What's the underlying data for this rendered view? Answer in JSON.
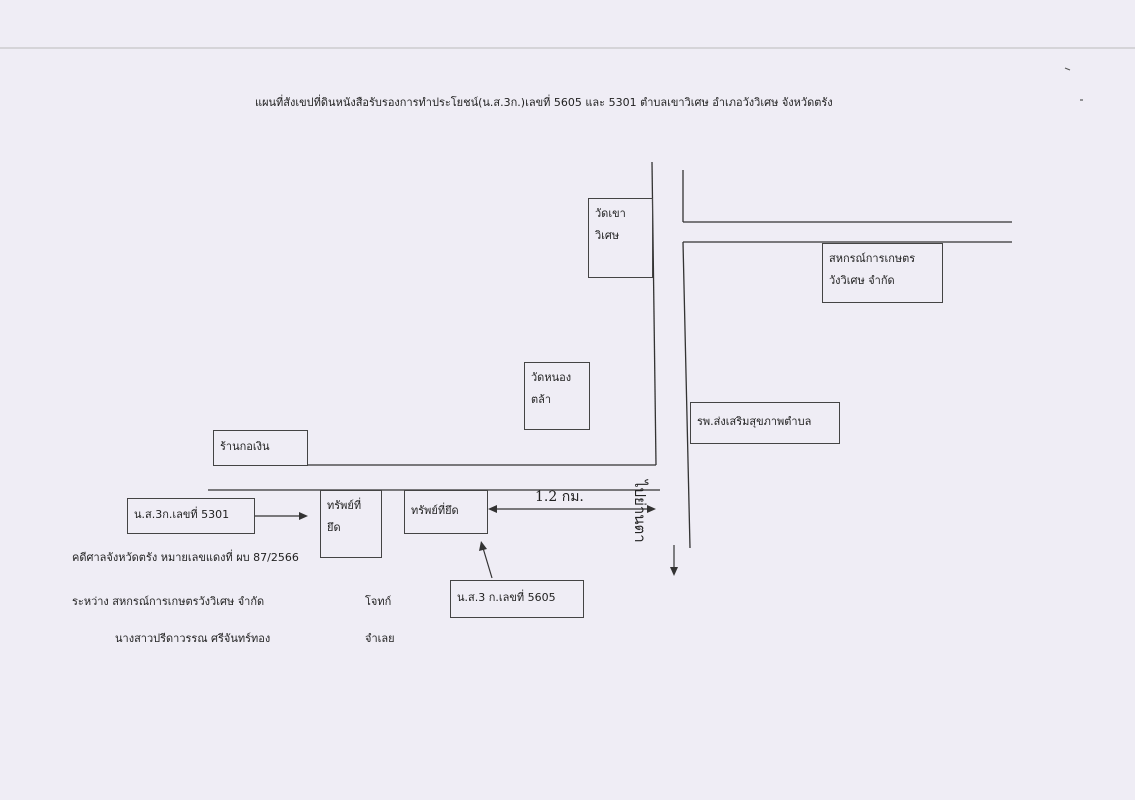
{
  "title": "แผนที่สังเขปที่ดินหนังสือรับรองการทำประโยชน์(น.ส.3ก.)เลขที่ 5605 และ 5301  ตำบลเขาวิเศษ  อำเภอวังวิเศษ  จังหวัดตรัง",
  "places": {
    "wat_khao_line1": "วัดเขา",
    "wat_khao_line2": "วิเศษ",
    "cooperative_line1": "สหกรณ์การเกษตร",
    "cooperative_line2": "วังวิเศษ จำกัด",
    "wat_nong_line1": "วัดหนอง",
    "wat_nong_line2": "ตล้า",
    "hospital": "รพ.ส่งเสริมสุขภาพตำบล",
    "shop": "ร้านกอเงิน",
    "parcel_left_line1": "ทรัพย์ที่",
    "parcel_left_line2": "ยึด",
    "parcel_right": "ทรัพย์ที่ยึด",
    "deed_5301": "น.ส.3ก.เลขที่ 5301",
    "deed_5605": "น.ส.3 ก.เลขที่ 5605"
  },
  "distance_label": "1.2 กม.",
  "road_label": "ไปย่านตา",
  "case": {
    "line1": "คดีศาลจังหวัดตรัง หมายเลขแดงที่ ผบ 87/2566",
    "plaintiff_label": "ระหว่าง สหกรณ์การเกษตรวังวิเศษ จำกัด",
    "plaintiff_role": "โจทก์",
    "defendant_label": "นางสาวปรีดาวรรณ  ศรีจันทร์ทอง",
    "defendant_role": "จำเลย"
  },
  "colors": {
    "paper": "#efedf5",
    "ink": "#333333"
  }
}
